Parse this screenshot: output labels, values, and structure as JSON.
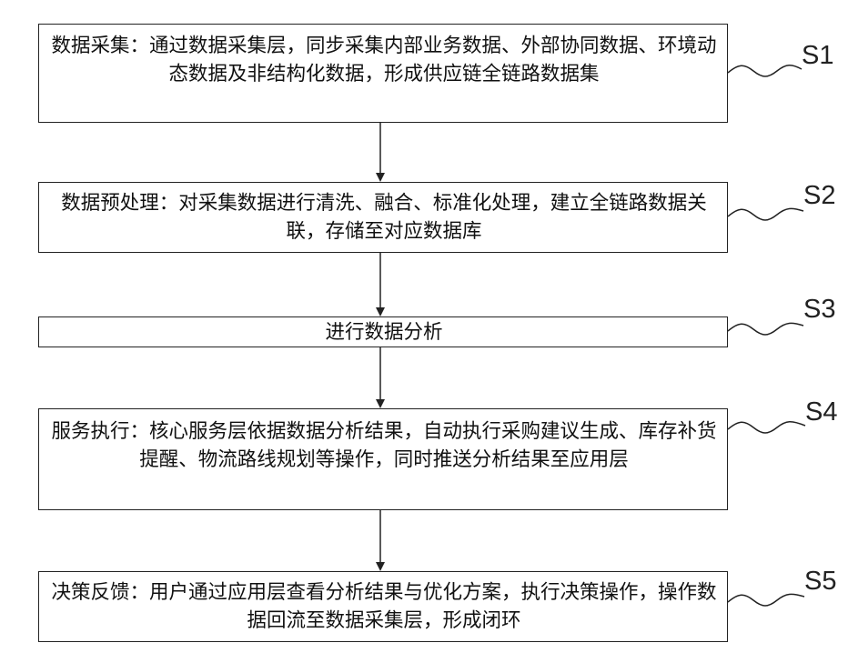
{
  "steps": [
    {
      "id": "S1",
      "label": "S1",
      "text": "数据采集：通过数据采集层，同步采集内部业务数据、外部协同数据、环境动态数据及非结构化数据，形成供应链全链路数据集"
    },
    {
      "id": "S2",
      "label": "S2",
      "text": "数据预处理：对采集数据进行清洗、融合、标准化处理，建立全链路数据关联，存储至对应数据库"
    },
    {
      "id": "S3",
      "label": "S3",
      "text": "进行数据分析"
    },
    {
      "id": "S4",
      "label": "S4",
      "text": "服务执行：核心服务层依据数据分析结果，自动执行采购建议生成、库存补货提醒、物流路线规划等操作，同时推送分析结果至应用层"
    },
    {
      "id": "S5",
      "label": "S5",
      "text": "决策反馈：用户通过应用层查看分析结果与优化方案，执行决策操作，操作数据回流至数据采集层，形成闭环"
    }
  ]
}
